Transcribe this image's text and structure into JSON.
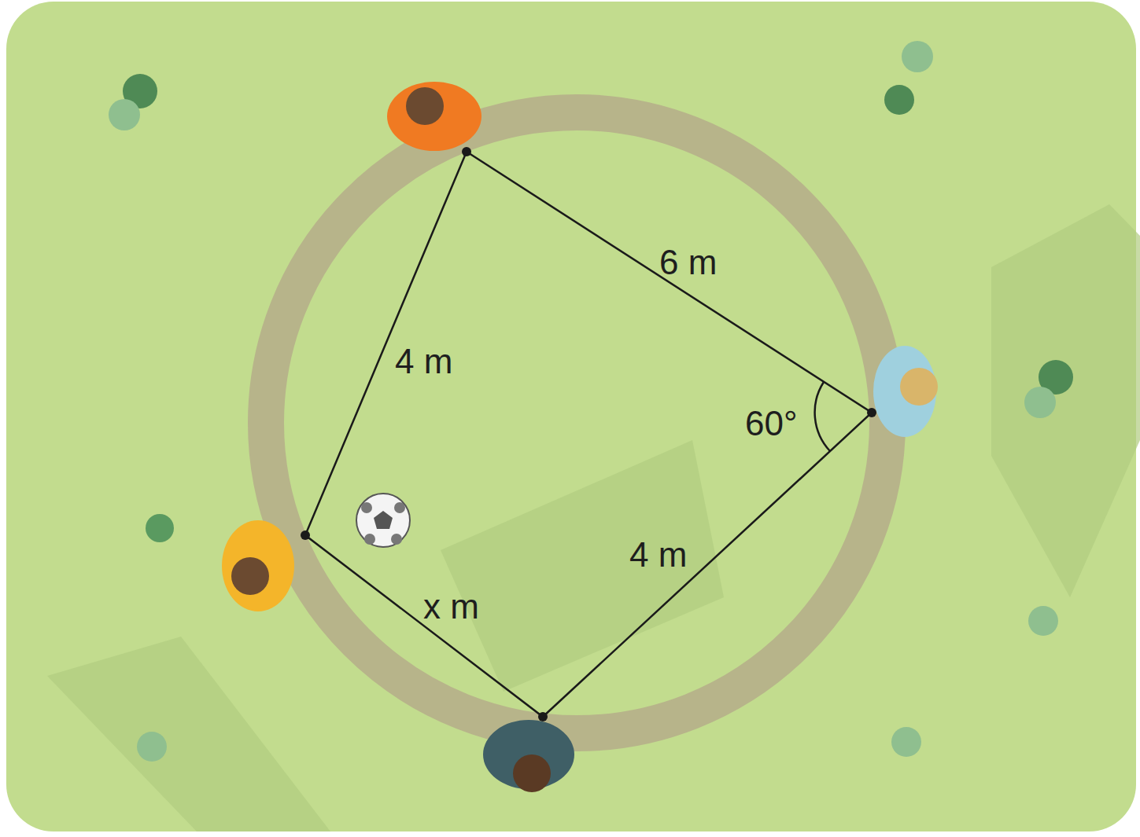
{
  "diagram": {
    "labels": [
      "6 m",
      "4 m",
      "60°",
      "4 m",
      "x m"
    ]
  }
}
